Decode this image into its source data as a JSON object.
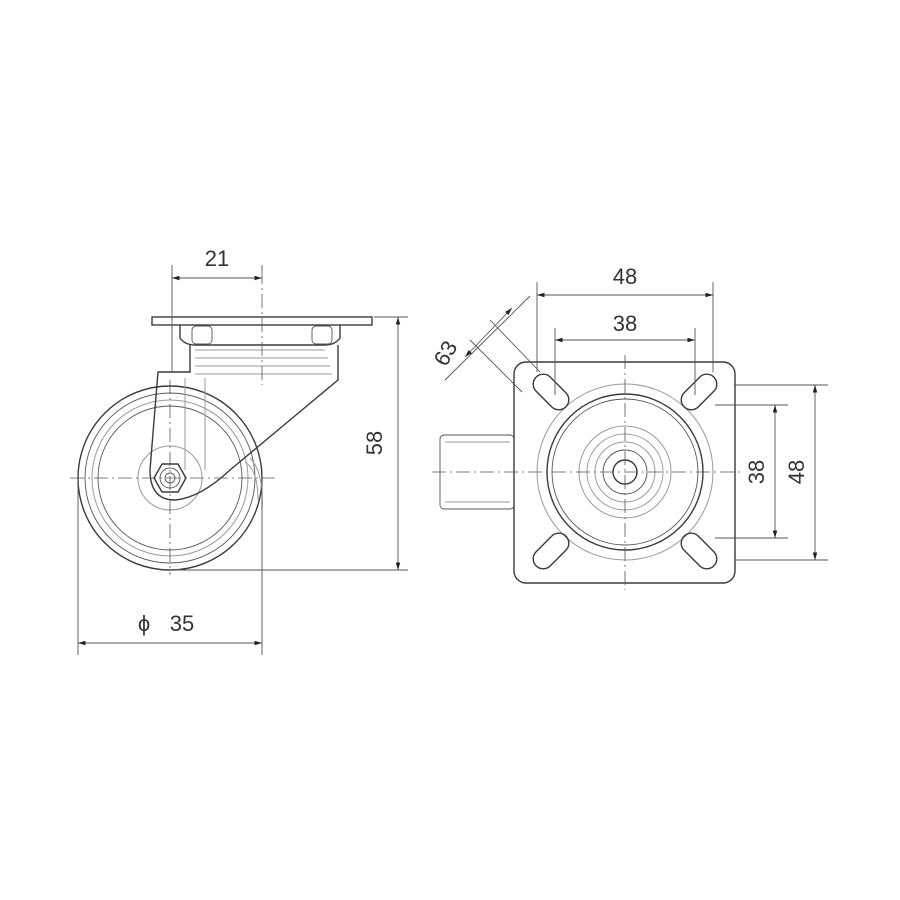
{
  "dimensions": {
    "offset": "21",
    "height": "58",
    "wheel_diameter": "35",
    "diameter_symbol": "ϕ",
    "plate_width": "48",
    "hole_spacing_width": "38",
    "hole_spacing_depth": "38",
    "plate_depth": "48",
    "diagonal": "63"
  }
}
